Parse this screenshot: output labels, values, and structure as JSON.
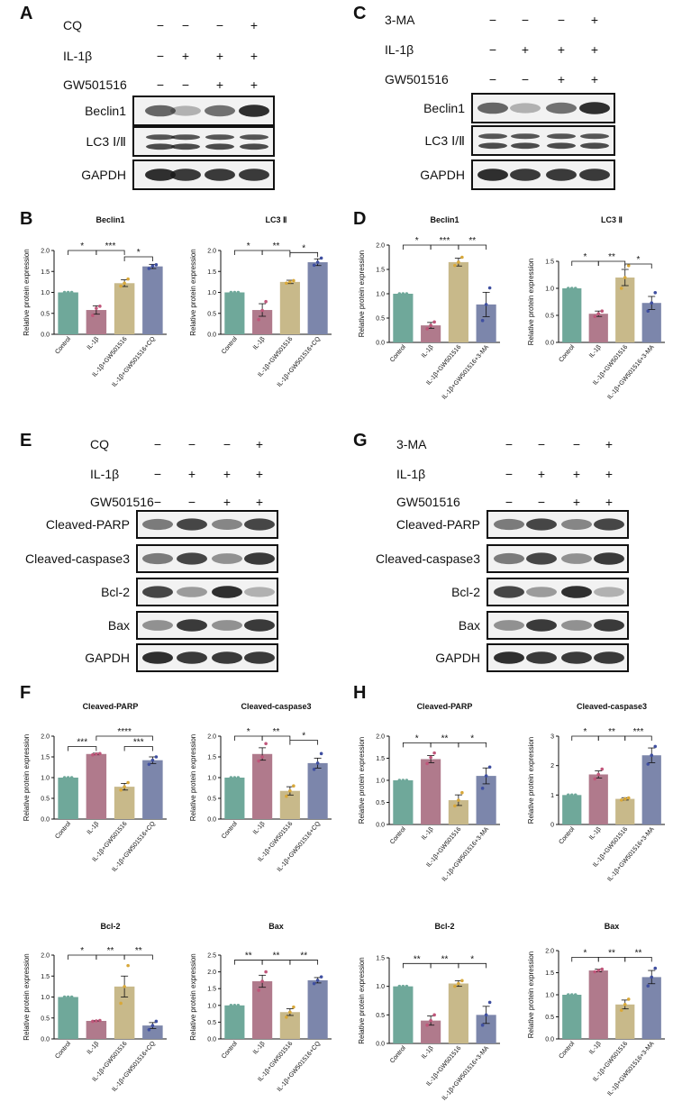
{
  "colors": {
    "control": "#6fa89a",
    "il1b": "#b07a8c",
    "gw": "#c8b98a",
    "inh": "#7c86ab"
  },
  "panel_letters": [
    "A",
    "B",
    "C",
    "D",
    "E",
    "F",
    "G",
    "H"
  ],
  "blots": [
    {
      "treatments": [
        {
          "name": "CQ",
          "signs": [
            "−",
            "−",
            "−",
            "+"
          ]
        },
        {
          "name": "IL-1β",
          "signs": [
            "−",
            "+",
            "+",
            "+"
          ]
        },
        {
          "name": "GW501516",
          "signs": [
            "−",
            "−",
            "+",
            "+"
          ]
        }
      ],
      "bands": [
        "Beclin1",
        "LC3 Ⅰ/Ⅱ",
        "GAPDH"
      ]
    },
    {
      "treatments": [
        {
          "name": "3-MA",
          "signs": [
            "−",
            "−",
            "−",
            "+"
          ]
        },
        {
          "name": "IL-1β",
          "signs": [
            "−",
            "+",
            "+",
            "+"
          ]
        },
        {
          "name": "GW501516",
          "signs": [
            "−",
            "−",
            "+",
            "+"
          ]
        }
      ],
      "bands": [
        "Beclin1",
        "LC3 Ⅰ/Ⅱ",
        "GAPDH"
      ]
    },
    {
      "treatments": [
        {
          "name": "CQ",
          "signs": [
            "−",
            "−",
            "−",
            "+"
          ]
        },
        {
          "name": "IL-1β",
          "signs": [
            "−",
            "+",
            "+",
            "+"
          ]
        },
        {
          "name": "GW501516",
          "signs": [
            "−",
            "−",
            "+",
            "+"
          ]
        }
      ],
      "bands": [
        "Cleaved-PARP",
        "Cleaved-caspase3",
        "Bcl-2",
        "Bax",
        "GAPDH"
      ]
    },
    {
      "treatments": [
        {
          "name": "3-MA",
          "signs": [
            "−",
            "−",
            "−",
            "+"
          ]
        },
        {
          "name": "IL-1β",
          "signs": [
            "−",
            "+",
            "+",
            "+"
          ]
        },
        {
          "name": "GW501516",
          "signs": [
            "−",
            "−",
            "+",
            "+"
          ]
        }
      ],
      "bands": [
        "Cleaved-PARP",
        "Cleaved-caspase3",
        "Bcl-2",
        "Bax",
        "GAPDH"
      ]
    }
  ],
  "chart_data": [
    {
      "type": "bar",
      "title": "Beclin1",
      "ylabel": "Relative protein expression",
      "ylim": [
        0,
        2.0
      ],
      "yticks": [
        0.0,
        0.5,
        1.0,
        1.5,
        2.0
      ],
      "categories": [
        "Control",
        "IL-1β",
        "IL-1β+GW501516",
        "IL-1β+GW501516+CQ"
      ],
      "values": [
        1.0,
        0.58,
        1.22,
        1.62
      ],
      "errors": [
        0,
        0.1,
        0.08,
        0.05
      ],
      "points": [
        [
          1.0,
          1.0,
          1.0
        ],
        [
          0.45,
          0.62,
          0.67
        ],
        [
          1.15,
          1.22,
          1.32
        ],
        [
          1.57,
          1.63,
          1.66
        ]
      ],
      "comparisons": [
        {
          "a": 0,
          "b": 1,
          "label": "*",
          "y": 2.0
        },
        {
          "a": 1,
          "b": 2,
          "label": "***",
          "y": 2.0
        },
        {
          "a": 2,
          "b": 3,
          "label": "*",
          "y": 1.85
        }
      ]
    },
    {
      "type": "bar",
      "title": "LC3 Ⅱ",
      "ylabel": "Relative protein expression",
      "ylim": [
        0,
        2.0
      ],
      "yticks": [
        0.0,
        0.5,
        1.0,
        1.5,
        2.0
      ],
      "categories": [
        "Control",
        "IL-1β",
        "IL-1β+GW501516",
        "IL-1β+GW501516+CQ"
      ],
      "values": [
        1.0,
        0.58,
        1.25,
        1.72
      ],
      "errors": [
        0,
        0.15,
        0.04,
        0.08
      ],
      "points": [
        [
          1.0,
          1.0,
          1.0
        ],
        [
          0.35,
          0.57,
          0.78
        ],
        [
          1.22,
          1.25,
          1.28
        ],
        [
          1.65,
          1.72,
          1.82
        ]
      ],
      "comparisons": [
        {
          "a": 0,
          "b": 1,
          "label": "*",
          "y": 2.0
        },
        {
          "a": 1,
          "b": 2,
          "label": "**",
          "y": 2.0
        },
        {
          "a": 2,
          "b": 3,
          "label": "*",
          "y": 1.95
        }
      ]
    },
    {
      "type": "bar",
      "title": "Beclin1",
      "ylabel": "Relative protein expression",
      "ylim": [
        0,
        2.0
      ],
      "yticks": [
        0.0,
        0.5,
        1.0,
        1.5,
        2.0
      ],
      "categories": [
        "Control",
        "IL-1β",
        "IL-1β+GW501516",
        "IL-1β+GW501516+3-MA"
      ],
      "values": [
        1.0,
        0.35,
        1.65,
        0.78
      ],
      "errors": [
        0,
        0.06,
        0.08,
        0.25
      ],
      "points": [
        [
          1.0,
          1.0,
          1.0
        ],
        [
          0.28,
          0.35,
          0.42
        ],
        [
          1.58,
          1.65,
          1.75
        ],
        [
          0.45,
          0.78,
          1.12
        ]
      ],
      "comparisons": [
        {
          "a": 0,
          "b": 1,
          "label": "*",
          "y": 2.0
        },
        {
          "a": 1,
          "b": 2,
          "label": "***",
          "y": 2.0
        },
        {
          "a": 2,
          "b": 3,
          "label": "**",
          "y": 2.0
        }
      ]
    },
    {
      "type": "bar",
      "title": "LC3 Ⅱ",
      "ylabel": "Relative protein expression",
      "ylim": [
        0,
        1.5
      ],
      "yticks": [
        0.0,
        0.5,
        1.0,
        1.5
      ],
      "categories": [
        "Control",
        "IL-1β",
        "IL-1β+GW501516",
        "IL-1β+GW501516+3-MA"
      ],
      "values": [
        1.0,
        0.53,
        1.2,
        0.73
      ],
      "errors": [
        0,
        0.05,
        0.15,
        0.12
      ],
      "points": [
        [
          1.0,
          1.0,
          1.0
        ],
        [
          0.48,
          0.53,
          0.58
        ],
        [
          1.0,
          1.2,
          1.42
        ],
        [
          0.58,
          0.73,
          0.92
        ]
      ],
      "comparisons": [
        {
          "a": 0,
          "b": 1,
          "label": "*",
          "y": 1.5
        },
        {
          "a": 1,
          "b": 2,
          "label": "**",
          "y": 1.5
        },
        {
          "a": 2,
          "b": 3,
          "label": "*",
          "y": 1.45
        }
      ]
    },
    {
      "type": "bar",
      "title": "Cleaved-PARP",
      "ylabel": "Relative protein expression",
      "ylim": [
        0,
        2.0
      ],
      "yticks": [
        0.0,
        0.5,
        1.0,
        1.5,
        2.0
      ],
      "categories": [
        "Control",
        "IL-1β",
        "IL-1β+GW501516",
        "IL-1β+GW501516+CQ"
      ],
      "values": [
        1.0,
        1.57,
        0.78,
        1.42
      ],
      "errors": [
        0,
        0.02,
        0.08,
        0.08
      ],
      "points": [
        [
          1.0,
          1.0,
          1.0
        ],
        [
          1.55,
          1.57,
          1.58
        ],
        [
          0.7,
          0.78,
          0.88
        ],
        [
          1.32,
          1.42,
          1.5
        ]
      ],
      "comparisons": [
        {
          "a": 0,
          "b": 1,
          "label": "***",
          "y": 1.75
        },
        {
          "a": 1,
          "b": 3,
          "label": "****",
          "y": 2.0
        },
        {
          "a": 2,
          "b": 3,
          "label": "***",
          "y": 1.75
        }
      ]
    },
    {
      "type": "bar",
      "title": "Cleaved-caspase3",
      "ylabel": "Relative protein expression",
      "ylim": [
        0,
        2.0
      ],
      "yticks": [
        0.0,
        0.5,
        1.0,
        1.5,
        2.0
      ],
      "categories": [
        "Control",
        "IL-1β",
        "IL-1β+GW501516",
        "IL-1β+GW501516+CQ"
      ],
      "values": [
        1.0,
        1.57,
        0.68,
        1.35
      ],
      "errors": [
        0,
        0.15,
        0.1,
        0.12
      ],
      "points": [
        [
          1.0,
          1.0,
          1.0
        ],
        [
          1.4,
          1.5,
          1.82
        ],
        [
          0.55,
          0.68,
          0.8
        ],
        [
          1.2,
          1.35,
          1.58
        ]
      ],
      "comparisons": [
        {
          "a": 0,
          "b": 1,
          "label": "*",
          "y": 2.0
        },
        {
          "a": 1,
          "b": 2,
          "label": "**",
          "y": 2.0
        },
        {
          "a": 2,
          "b": 3,
          "label": "*",
          "y": 1.9
        }
      ]
    },
    {
      "type": "bar",
      "title": "Cleaved-PARP",
      "ylabel": "Relative protein expression",
      "ylim": [
        0,
        2.0
      ],
      "yticks": [
        0.0,
        0.5,
        1.0,
        1.5,
        2.0
      ],
      "categories": [
        "Control",
        "IL-1β",
        "IL-1β+GW501516",
        "IL-1β+GW501516+3-MA"
      ],
      "values": [
        1.0,
        1.48,
        0.55,
        1.1
      ],
      "errors": [
        0,
        0.08,
        0.12,
        0.18
      ],
      "points": [
        [
          1.0,
          1.0,
          1.0
        ],
        [
          1.38,
          1.52,
          1.62
        ],
        [
          0.42,
          0.55,
          0.72
        ],
        [
          0.82,
          1.1,
          1.3
        ]
      ],
      "comparisons": [
        {
          "a": 0,
          "b": 1,
          "label": "*",
          "y": 1.85
        },
        {
          "a": 1,
          "b": 2,
          "label": "**",
          "y": 1.85
        },
        {
          "a": 2,
          "b": 3,
          "label": "*",
          "y": 1.85
        }
      ]
    },
    {
      "type": "bar",
      "title": "Cleaved-caspase3",
      "ylabel": "Relative protein expression",
      "ylim": [
        0,
        3
      ],
      "yticks": [
        0,
        1,
        2,
        3
      ],
      "categories": [
        "Control",
        "IL-1β",
        "IL-1β+GW501516",
        "IL-1β+GW501516+3-MA"
      ],
      "values": [
        1.0,
        1.7,
        0.87,
        2.35
      ],
      "errors": [
        0,
        0.12,
        0.04,
        0.25
      ],
      "points": [
        [
          1.0,
          1.0,
          1.0
        ],
        [
          1.55,
          1.7,
          1.88
        ],
        [
          0.83,
          0.87,
          0.9
        ],
        [
          2.05,
          2.35,
          2.65
        ]
      ],
      "comparisons": [
        {
          "a": 0,
          "b": 1,
          "label": "*",
          "y": 3.0
        },
        {
          "a": 1,
          "b": 2,
          "label": "**",
          "y": 3.0
        },
        {
          "a": 2,
          "b": 3,
          "label": "***",
          "y": 3.0
        }
      ]
    },
    {
      "type": "bar",
      "title": "Bcl-2",
      "ylabel": "Relative protein expression",
      "ylim": [
        0,
        2.0
      ],
      "yticks": [
        0.0,
        0.5,
        1.0,
        1.5,
        2.0
      ],
      "categories": [
        "Control",
        "IL-1β",
        "IL-1β+GW501516",
        "IL-1β+GW501516+CQ"
      ],
      "values": [
        1.0,
        0.43,
        1.25,
        0.32
      ],
      "errors": [
        0,
        0.01,
        0.25,
        0.07
      ],
      "points": [
        [
          1.0,
          1.0,
          1.0
        ],
        [
          0.42,
          0.43,
          0.44
        ],
        [
          0.85,
          1.25,
          1.75
        ],
        [
          0.22,
          0.32,
          0.42
        ]
      ],
      "comparisons": [
        {
          "a": 0,
          "b": 1,
          "label": "*",
          "y": 2.0
        },
        {
          "a": 1,
          "b": 2,
          "label": "**",
          "y": 2.0
        },
        {
          "a": 2,
          "b": 3,
          "label": "**",
          "y": 2.0
        }
      ]
    },
    {
      "type": "bar",
      "title": "Bax",
      "ylabel": "Relative protein expression",
      "ylim": [
        0,
        2.5
      ],
      "yticks": [
        0.0,
        0.5,
        1.0,
        1.5,
        2.0,
        2.5
      ],
      "categories": [
        "Control",
        "IL-1β",
        "IL-1β+GW501516",
        "IL-1β+GW501516+CQ"
      ],
      "values": [
        1.0,
        1.72,
        0.8,
        1.75
      ],
      "errors": [
        0,
        0.18,
        0.1,
        0.08
      ],
      "points": [
        [
          1.0,
          1.0,
          1.0
        ],
        [
          1.45,
          1.72,
          2.0
        ],
        [
          0.65,
          0.8,
          0.95
        ],
        [
          1.65,
          1.75,
          1.85
        ]
      ],
      "comparisons": [
        {
          "a": 0,
          "b": 1,
          "label": "**",
          "y": 2.35
        },
        {
          "a": 1,
          "b": 2,
          "label": "**",
          "y": 2.35
        },
        {
          "a": 2,
          "b": 3,
          "label": "**",
          "y": 2.35
        }
      ]
    },
    {
      "type": "bar",
      "title": "Bcl-2",
      "ylabel": "Relative protein expression",
      "ylim": [
        0,
        1.5
      ],
      "yticks": [
        0.0,
        0.5,
        1.0,
        1.5
      ],
      "categories": [
        "Control",
        "IL-1β",
        "IL-1β+GW501516",
        "IL-1β+GW501516+3-MA"
      ],
      "values": [
        1.0,
        0.4,
        1.05,
        0.5
      ],
      "errors": [
        0,
        0.08,
        0.05,
        0.15
      ],
      "points": [
        [
          1.0,
          1.0,
          1.0
        ],
        [
          0.32,
          0.4,
          0.5
        ],
        [
          1.0,
          1.05,
          1.1
        ],
        [
          0.32,
          0.5,
          0.72
        ]
      ],
      "comparisons": [
        {
          "a": 0,
          "b": 1,
          "label": "**",
          "y": 1.4
        },
        {
          "a": 1,
          "b": 2,
          "label": "**",
          "y": 1.4
        },
        {
          "a": 2,
          "b": 3,
          "label": "*",
          "y": 1.4
        }
      ]
    },
    {
      "type": "bar",
      "title": "Bax",
      "ylabel": "Relative protein expression",
      "ylim": [
        0,
        2.0
      ],
      "yticks": [
        0.0,
        0.5,
        1.0,
        1.5,
        2.0
      ],
      "categories": [
        "Control",
        "IL-1β",
        "IL-1β+GW501516",
        "IL-1β+GW501516+3-MA"
      ],
      "values": [
        1.0,
        1.55,
        0.78,
        1.4
      ],
      "errors": [
        0,
        0.03,
        0.1,
        0.15
      ],
      "points": [
        [
          1.0,
          1.0,
          1.0
        ],
        [
          1.52,
          1.55,
          1.58
        ],
        [
          0.65,
          0.78,
          0.9
        ],
        [
          1.2,
          1.4,
          1.6
        ]
      ],
      "comparisons": [
        {
          "a": 0,
          "b": 1,
          "label": "*",
          "y": 1.85
        },
        {
          "a": 1,
          "b": 2,
          "label": "**",
          "y": 1.85
        },
        {
          "a": 2,
          "b": 3,
          "label": "**",
          "y": 1.85
        }
      ]
    }
  ]
}
